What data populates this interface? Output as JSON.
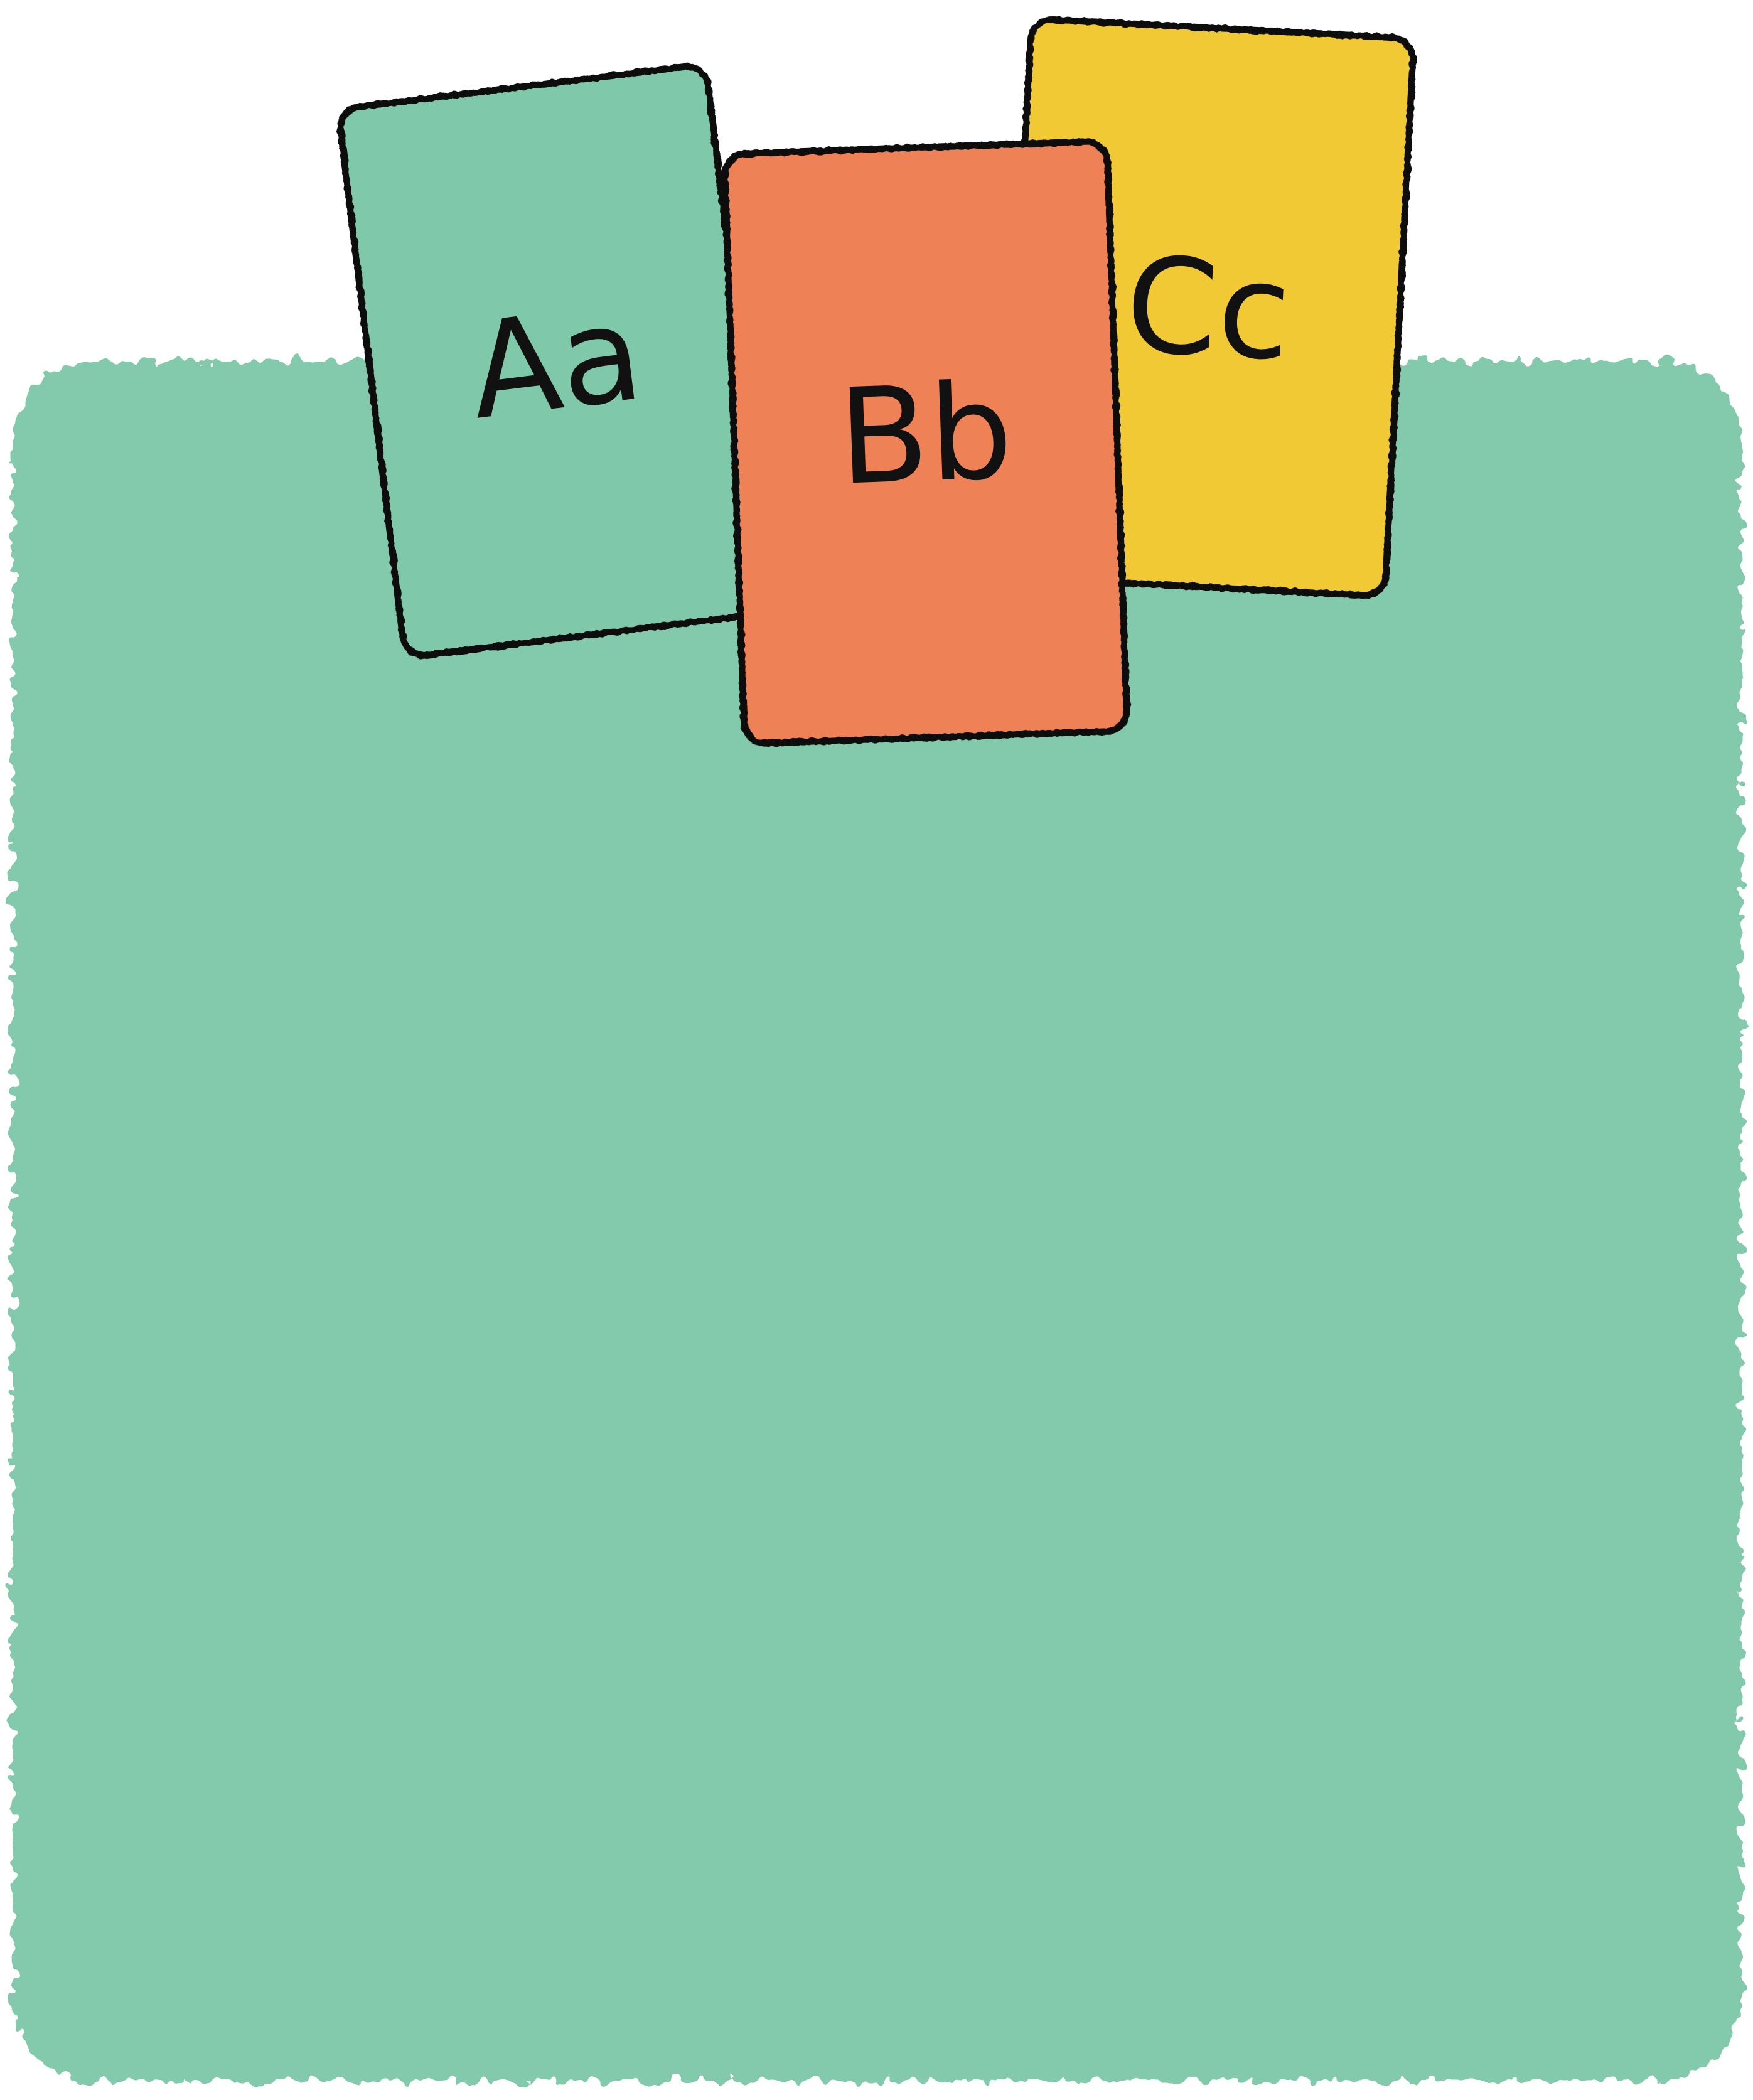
{
  "board": {
    "color": "#82CAAB",
    "edge_style": "crayon"
  },
  "cards": [
    {
      "label": "Aa",
      "color": "#7FC8A9",
      "outline": "#111111"
    },
    {
      "label": "Cc",
      "color": "#F0C935",
      "outline": "#111111"
    },
    {
      "label": "Bb",
      "color": "#EF8156",
      "outline": "#111111"
    }
  ]
}
